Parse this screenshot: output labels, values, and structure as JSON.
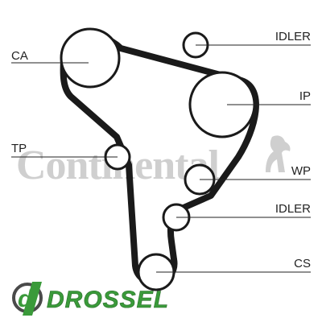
{
  "diagram": {
    "labels": {
      "ca": "CA",
      "idler_top": "IDLER",
      "ip": "IP",
      "tp": "TP",
      "wp": "WP",
      "idler_bottom": "IDLER",
      "cs": "CS"
    }
  },
  "watermark": {
    "text": "Continental"
  },
  "brand": {
    "d": "d",
    "name": "DROSSEL"
  },
  "colors": {
    "belt": "#1a1a1a",
    "watermark": "#cfcfcf",
    "brand_green": "#3a9a3a",
    "brand_dark": "#4a4a4a"
  },
  "icons": [
    "continental-horse-icon",
    "drossel-logo-icon"
  ]
}
